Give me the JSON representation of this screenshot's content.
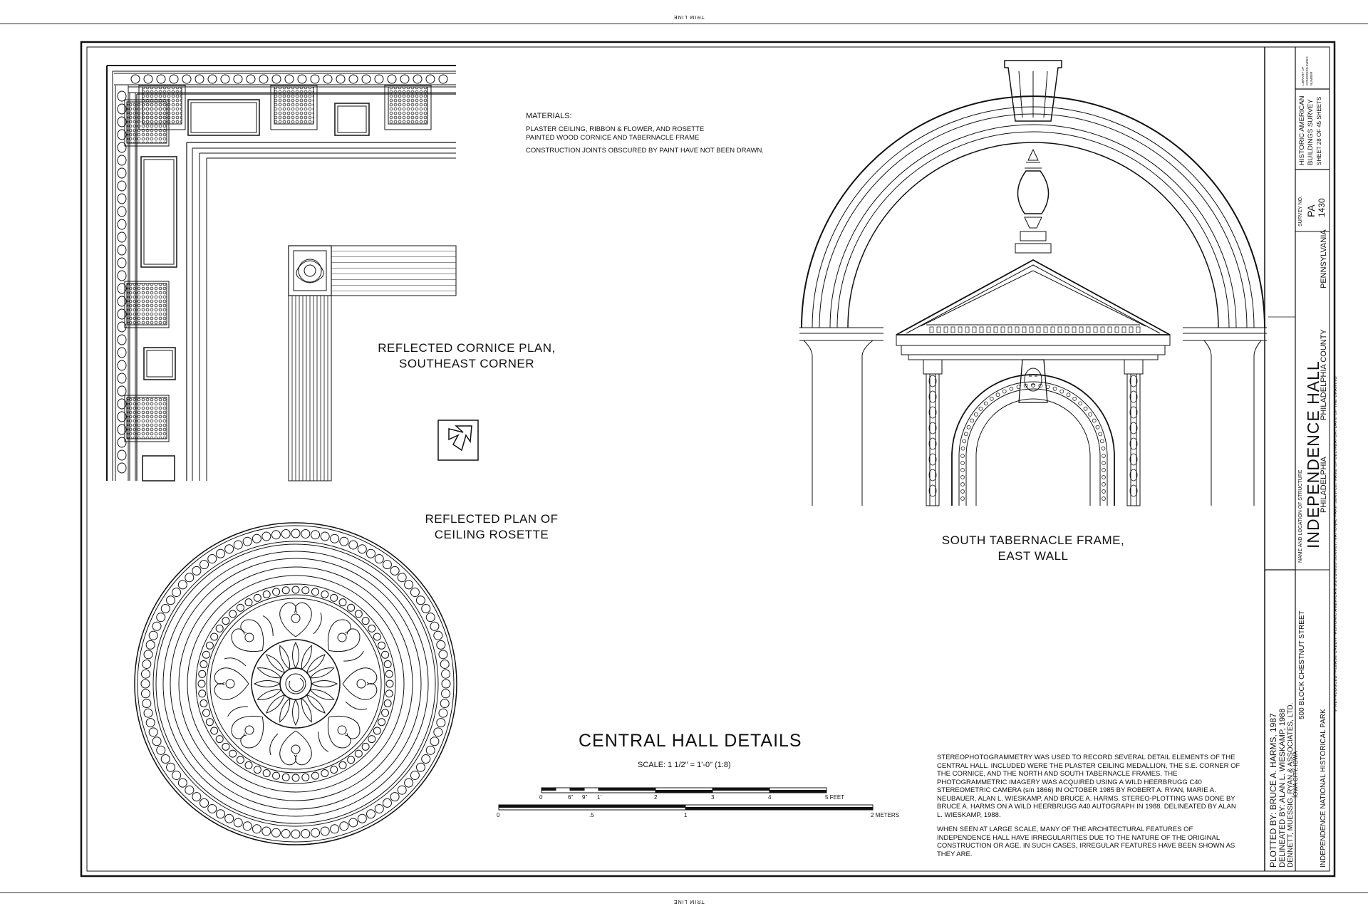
{
  "sheet": {
    "trim_line": "TRIM LINE"
  },
  "drawings": {
    "cornice_title": [
      "REFLECTED CORNICE PLAN,",
      "SOUTHEAST CORNER"
    ],
    "rosette_title": [
      "REFLECTED PLAN OF",
      "CEILING ROSETTE"
    ],
    "tabernacle_title": [
      "SOUTH TABERNACLE FRAME,",
      "EAST WALL"
    ],
    "main_title": "CENTRAL HALL DETAILS",
    "scale_text": "SCALE: 1 1/2\" = 1'-0\"  (1:8)"
  },
  "materials": {
    "heading": "MATERIALS:",
    "lines": [
      "PLASTER CEILING, RIBBON & FLOWER, AND ROSETTE",
      "PAINTED WOOD CORNICE AND TABERNACLE FRAME",
      "CONSTRUCTION JOINTS OBSCURED BY PAINT HAVE NOT BEEN DRAWN."
    ]
  },
  "scale_bar": {
    "feet_labels": [
      "0",
      "6\"",
      "9\"",
      "1'",
      "2",
      "3",
      "4",
      "5 FEET"
    ],
    "meter_labels": [
      "0",
      ".5",
      "1",
      "2 METERS"
    ]
  },
  "notes": [
    "STEREOPHOTOGRAMMETRY WAS USED TO RECORD SEVERAL DETAIL ELEMENTS OF THE CENTRAL HALL. INCLUDED WERE THE PLASTER CEILING MEDALLION, THE S.E. CORNER OF THE CORNICE, AND THE NORTH AND SOUTH TABERNACLE FRAMES. THE PHOTOGRAMMETRIC IMAGERY WAS ACQUIRED USING A WILD HEERBRUGG C40 STEREOMETRIC CAMERA (s/n 1866) IN OCTOBER 1985 BY ROBERT A. RYAN, MARIE A. NEUBAUER, ALAN L. WIESKAMP, AND BRUCE A. HARMS. STEREO-PLOTTING WAS DONE BY BRUCE A. HARMS ON A WILD HEERBRUGG A40 AUTOGRAPH IN 1988. DELINEATED BY ALAN L. WIESKAMP, 1988.",
    "WHEN SEEN AT LARGE SCALE, MANY OF THE ARCHITECTURAL FEATURES OF INDEPENDENCE HALL HAVE IRREGULARITIES DUE TO THE NATURE OF THE ORIGINAL CONSTRUCTION OR AGE. IN SUCH CASES, IRREGULAR FEATURES HAVE BEEN SHOWN AS THEY ARE."
  ],
  "title_block": {
    "plotted_by": "PLOTTED BY:  BRUCE A. HARMS, 1987",
    "delineated_by": "DELINEATED BY:  ALAN L. WIESKAMP, 1988",
    "firm": "DENNETT, MUESSIG, RYAN & ASSOCIATES, LTD.",
    "firm_city": "IOWA CITY, IOWA",
    "park": "INDEPENDENCE NATIONAL HISTORICAL PARK",
    "address": "500 BLOCK CHESTNUT STREET",
    "name_label": "NAME AND LOCATION OF STRUCTURE",
    "structure": "INDEPENDENCE HALL",
    "city": "PHILADELPHIA",
    "county": "PHILADELPHIA COUNTY",
    "state": "PENNSYLVANIA",
    "credit": "IF REPRODUCED, PLEASE CREDIT: HISTORIC AMERICAN BUILDINGS SURVEY, NATIONAL PARK SERVICE, NAME OF DELINEATOR, DATE OF THE DRAWING",
    "survey_label": "SURVEY NO.",
    "state_code": "PA",
    "survey_no": "1430",
    "habs_1": "HISTORIC AMERICAN",
    "habs_2": "BUILDINGS SURVEY",
    "sheet_no": "SHEET 28 OF 45 SHEETS",
    "index_label": "LIBRARY OF CONGRESS INDEX NUMBER"
  }
}
